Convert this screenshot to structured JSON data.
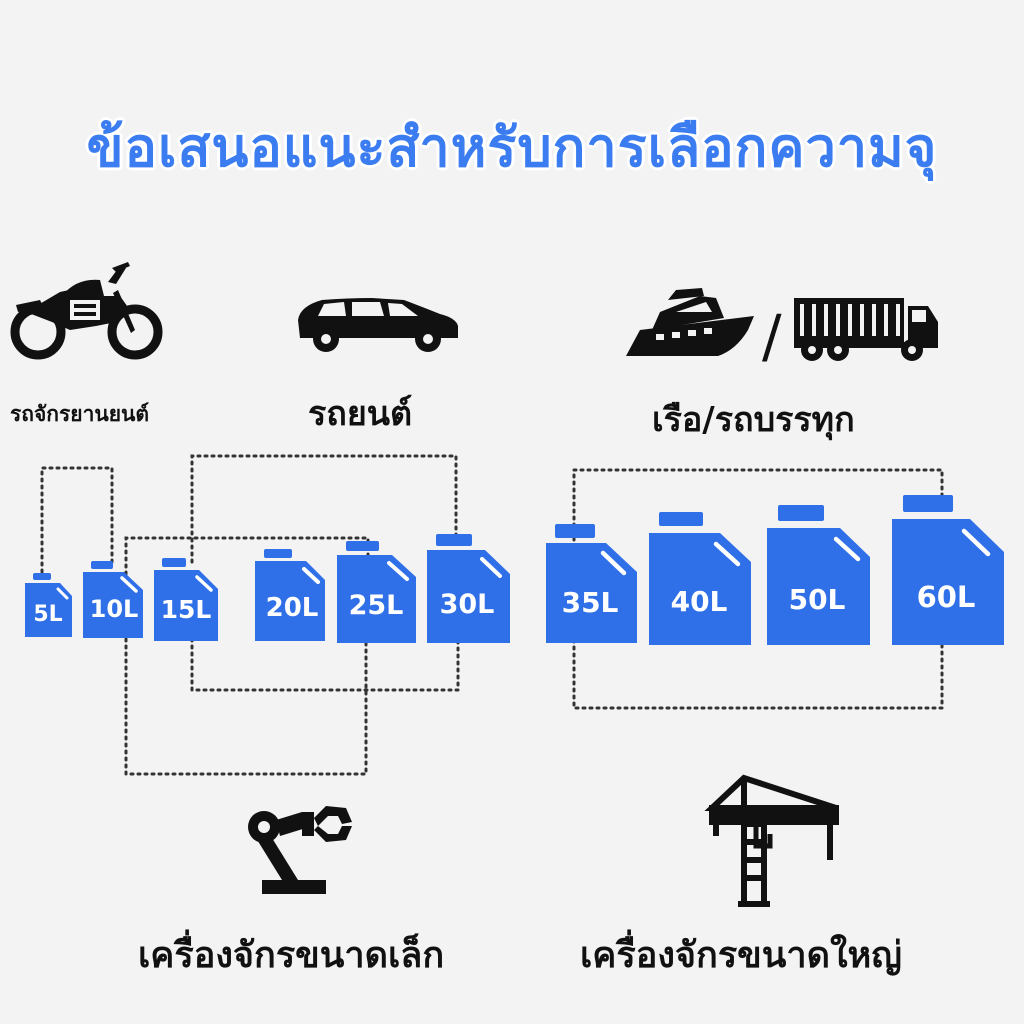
{
  "title": "ข้อเสนอแนะสำหรับการเลือกความจุ",
  "categories": {
    "motorcycle": "รถจักรยานยนต์",
    "car": "รถยนต์",
    "boat_truck": "เรือ/รถบรรทุก",
    "small_machine": "เครื่องจักรขนาดเล็ก",
    "large_machine": "เครื่องจักรขนาดใหญ่"
  },
  "icons": {
    "motorcycle": "motorcycle-icon",
    "car": "car-icon",
    "boat": "boat-icon",
    "separator": "/",
    "truck": "truck-icon",
    "robot_arm": "robot-arm-icon",
    "crane": "crane-icon"
  },
  "cans": [
    "5L",
    "10L",
    "15L",
    "20L",
    "25L",
    "30L",
    "35L",
    "40L",
    "50L",
    "60L"
  ],
  "colors": {
    "accent": "#3b7cf0",
    "can": "#2f6fe8",
    "dark": "#111111"
  }
}
